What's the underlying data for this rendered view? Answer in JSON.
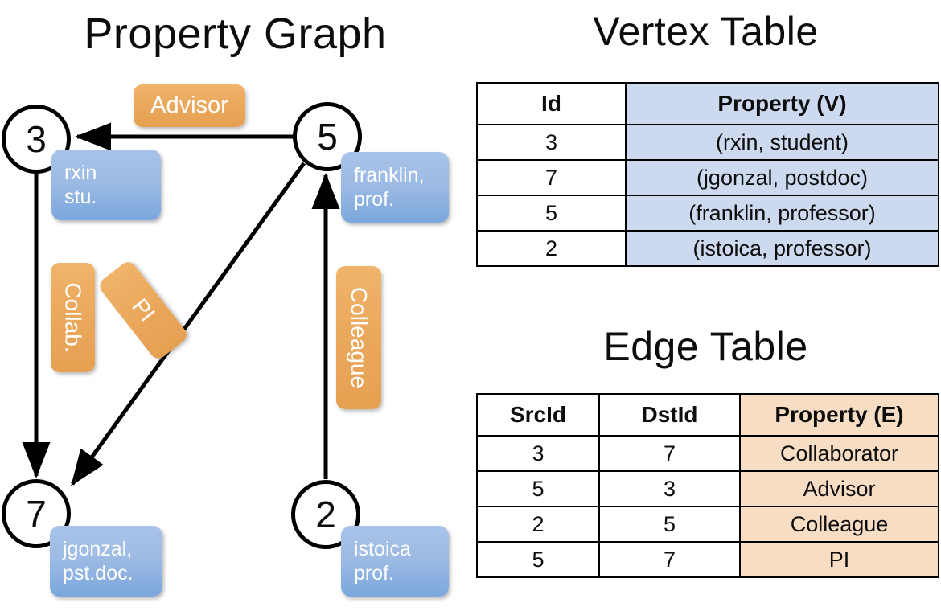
{
  "panels": {
    "graph_title": "Property Graph",
    "vertex_table_title": "Vertex Table",
    "edge_table_title": "Edge Table"
  },
  "graph": {
    "vertices": [
      {
        "id": "3",
        "property": "rxin\nstu.",
        "name": "rxin",
        "role": "stu."
      },
      {
        "id": "5",
        "property": "franklin,\nprof.",
        "name": "franklin,",
        "role": "prof."
      },
      {
        "id": "7",
        "property": "jgonzal,\npst.doc.",
        "name": "jgonzal,",
        "role": "pst.doc."
      },
      {
        "id": "2",
        "property": "istoica\nprof.",
        "name": "istoica",
        "role": "prof."
      }
    ],
    "edge_labels": [
      {
        "label": "Advisor",
        "from": "5",
        "to": "3"
      },
      {
        "label": "Collab.",
        "from": "3",
        "to": "7"
      },
      {
        "label": "PI",
        "from": "5",
        "to": "7"
      },
      {
        "label": "Colleague",
        "from": "2",
        "to": "5"
      }
    ],
    "colors": {
      "vertex_property_fill": "#9dbbe4",
      "edge_property_fill": "#eaa85c",
      "node_stroke": "#000000"
    }
  },
  "vertex_table": {
    "columns": [
      "Id",
      "Property (V)"
    ],
    "rows": [
      {
        "id": "3",
        "property": "(rxin, student)"
      },
      {
        "id": "7",
        "property": "(jgonzal, postdoc)"
      },
      {
        "id": "5",
        "property": "(franklin, professor)"
      },
      {
        "id": "2",
        "property": "(istoica, professor)"
      }
    ],
    "property_column_fill": "#ccd9ee"
  },
  "edge_table": {
    "columns": [
      "SrcId",
      "DstId",
      "Property (E)"
    ],
    "rows": [
      {
        "src": "3",
        "dst": "7",
        "property": "Collaborator"
      },
      {
        "src": "5",
        "dst": "3",
        "property": "Advisor"
      },
      {
        "src": "2",
        "dst": "5",
        "property": "Colleague"
      },
      {
        "src": "5",
        "dst": "7",
        "property": "PI"
      }
    ],
    "property_column_fill": "#f6ddc3"
  }
}
